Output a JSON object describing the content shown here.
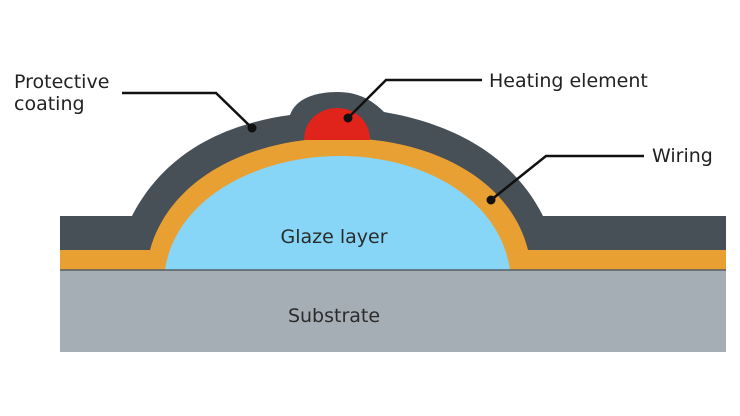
{
  "labels": {
    "protective_coating_line1": "Protective",
    "protective_coating_line2": "coating",
    "heating_element": "Heating element",
    "wiring": "Wiring",
    "glaze_layer": "Glaze layer",
    "substrate": "Substrate"
  },
  "colors": {
    "substrate": "#a4aeb4",
    "glaze": "#87d6f8",
    "wiring": "#e8a032",
    "coating": "#474f57",
    "heating_element": "#e0241b",
    "leader_line": "#111111"
  }
}
